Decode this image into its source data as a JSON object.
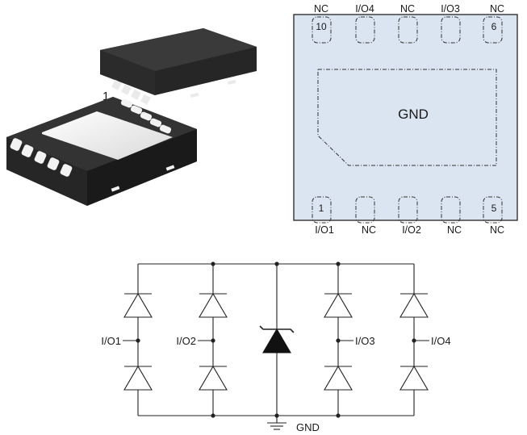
{
  "package_3d": {
    "pin1_marker": "1"
  },
  "pinout": {
    "top_labels": [
      "NC",
      "I/O4",
      "NC",
      "I/O3",
      "NC"
    ],
    "bottom_labels": [
      "I/O1",
      "NC",
      "I/O2",
      "NC",
      "NC"
    ],
    "top_numbers": [
      "10",
      "",
      "",
      "",
      "6"
    ],
    "bottom_numbers": [
      "1",
      "",
      "",
      "",
      "5"
    ],
    "pad_label": "GND",
    "colors": {
      "body_fill": "#dbe4f1",
      "outline": "#222222"
    }
  },
  "schematic": {
    "io_labels": [
      "I/O1",
      "I/O2",
      "I/O3",
      "I/O4"
    ],
    "gnd_label": "GND"
  }
}
